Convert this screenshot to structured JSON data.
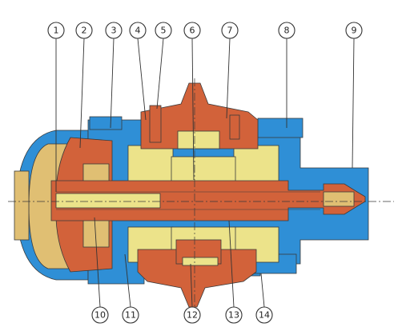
{
  "diagram": {
    "colors": {
      "housing_blue": "#2f8fd6",
      "rotor_orange": "#d2623a",
      "insert_yellow": "#ece38a",
      "end_tan": "#e0bf73",
      "outline": "#3a3a3a",
      "background": "#ffffff"
    },
    "callouts": {
      "top": [
        "1",
        "2",
        "3",
        "4",
        "5",
        "6",
        "7",
        "8",
        "9"
      ],
      "bottom": [
        "10",
        "11",
        "12",
        "13",
        "14"
      ]
    }
  }
}
